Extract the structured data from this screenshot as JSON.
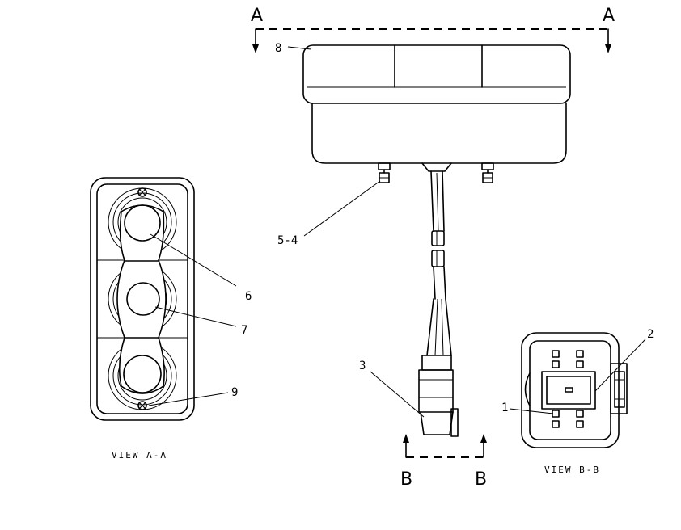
{
  "section_marks": {
    "a_left": "A",
    "a_right": "A",
    "b_left": "B",
    "b_right": "B"
  },
  "callouts": {
    "c1": "1",
    "c2": "2",
    "c3": "3",
    "c54": "5-4",
    "c6": "6",
    "c7": "7",
    "c8": "8",
    "c9": "9"
  },
  "captions": {
    "view_aa": "VIEW A-A",
    "view_bb": "VIEW B-B"
  },
  "colors": {
    "ink": "#000000",
    "paper": "#ffffff"
  }
}
